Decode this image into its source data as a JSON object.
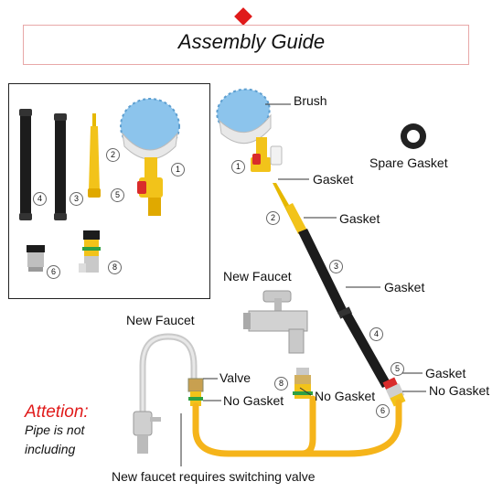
{
  "title": "Assembly Guide",
  "labels": {
    "brush": "Brush",
    "spare_gasket": "Spare Gasket",
    "gasket_1": "Gasket",
    "gasket_2": "Gasket",
    "gasket_3": "Gasket",
    "gasket_4": "Gasket",
    "no_gasket_1": "No Gasket",
    "no_gasket_2": "No Gasket",
    "no_gasket_3": "No Gasket",
    "new_faucet_1": "New Faucet",
    "new_faucet_2": "New Faucet",
    "valve": "Valve",
    "footer": "New faucet requires switching valve"
  },
  "attention": {
    "title": "Attetion:",
    "line1": "Pipe is not",
    "line2": "including"
  },
  "parts_numbers": [
    "1",
    "2",
    "3",
    "4",
    "5",
    "6",
    "8"
  ],
  "diagram_numbers": [
    "1",
    "2",
    "3",
    "4",
    "5",
    "6",
    "8"
  ],
  "colors": {
    "accent_red": "#e01a1a",
    "hose_yellow": "#f5b41a",
    "pipe_black": "#1c1c1c",
    "brush_blue": "#7ab8e6"
  }
}
